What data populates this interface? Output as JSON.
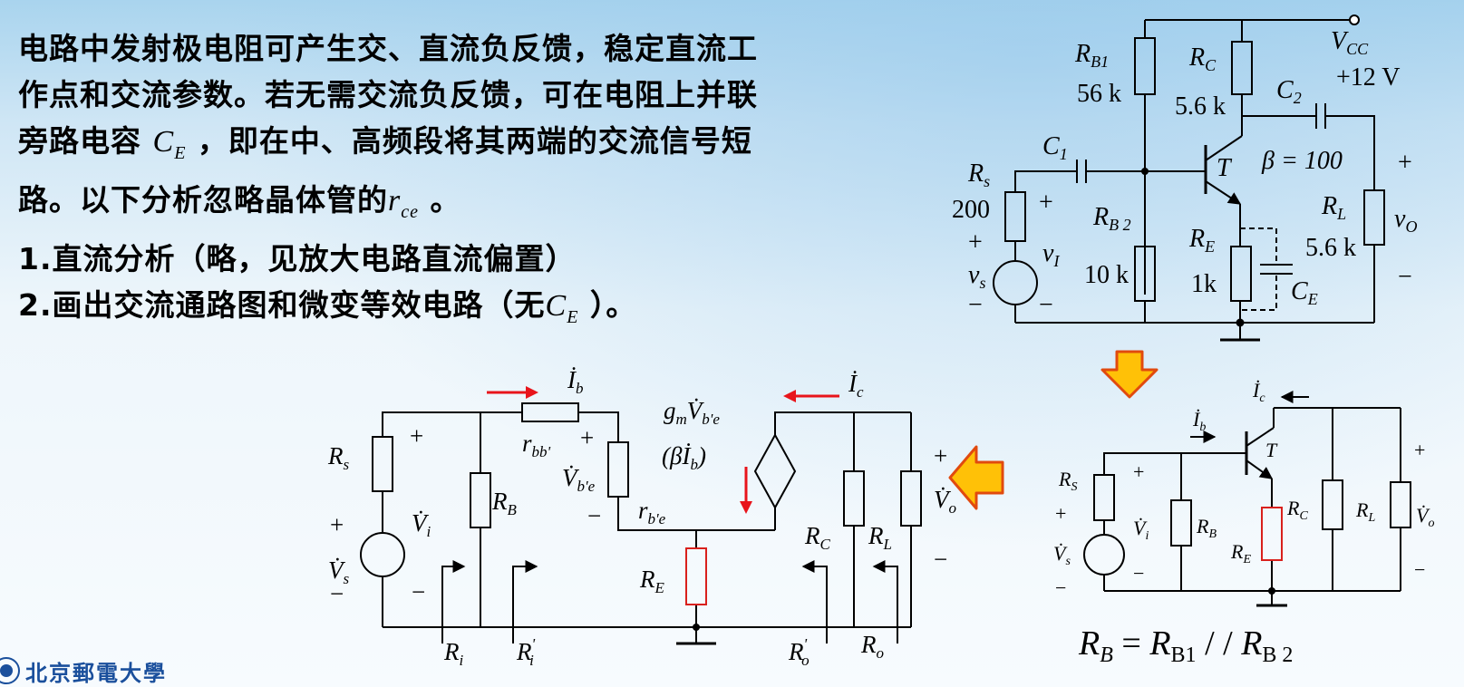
{
  "text": {
    "line1": "电路中发射极电阻可产生交、直流负反馈，稳定直流工",
    "line2": "作点和交流参数。若无需交流负反馈，可在电阻上并联",
    "line3a": "旁路电容",
    "line3b": "，即在中、高频段将其两端的交流信号短",
    "line4a": "路。以下分析忽略晶体管的",
    "line4b": "。",
    "line5": "1.直流分析（略，见放大电路直流偏置）",
    "line6a": "2.画出交流通路图和微变等效电路（无",
    "line6b": "）。",
    "sym_ce_main": "C",
    "sym_ce_sub": "E",
    "sym_rce_main": "r",
    "sym_rce_sub": "ce"
  },
  "circuit": {
    "rb1": "R",
    "rb1_sub": "B1",
    "rb1_val": "56 k",
    "rc": "R",
    "rc_sub": "C",
    "rc_val": "5.6 k",
    "vcc": "V",
    "vcc_sub": "CC",
    "vcc_val": "+12 V",
    "c1": "C",
    "c1_sub": "1",
    "c2": "C",
    "c2_sub": "2",
    "t": "T",
    "beta": "β = 100",
    "rs": "R",
    "rs_sub": "s",
    "rs_val": "200",
    "rb2": "R",
    "rb2_sub": "B 2",
    "rb2_val": "10 k",
    "re": "R",
    "re_sub": "E",
    "re_val": "1k",
    "ce": "C",
    "ce_sub": "E",
    "rl": "R",
    "rl_sub": "L",
    "rl_val": "5.6 k",
    "vi": "v",
    "vi_sub": "I",
    "vs": "v",
    "vs_sub": "s",
    "vo": "v",
    "vo_sub": "O",
    "plus": "+",
    "minus": "−"
  },
  "ac_path": {
    "ib": "İ",
    "ib_sub": "b",
    "ic": "İ",
    "ic_sub": "c",
    "t": "T",
    "rs": "R",
    "rs_sub": "S",
    "vi": "V̇",
    "vi_sub": "i",
    "vs": "V̇",
    "vs_sub": "s",
    "rb": "R",
    "rb_sub": "B",
    "re": "R",
    "re_sub": "E",
    "rc": "R",
    "rc_sub": "C",
    "rl": "R",
    "rl_sub": "L",
    "vo": "V̇",
    "vo_sub": "o",
    "formula_a": "R",
    "formula_a_sub": "B",
    "formula_eq": " = ",
    "formula_b": "R",
    "formula_b_sub": "B1",
    "formula_par": " / / ",
    "formula_c": "R",
    "formula_c_sub": "B 2"
  },
  "small_signal": {
    "ib": "İ",
    "ib_sub": "b",
    "ic": "İ",
    "ic_sub": "c",
    "rbb": "r",
    "rbb_sub": "bb'",
    "gm": "g",
    "gm_sub": "m",
    "gm_v": "V̇",
    "gm_v_sub": "b'e",
    "beta_ib": "(βİ",
    "beta_ib_sub": "b",
    "beta_ib_end": ")",
    "vbe": "V̇",
    "vbe_sub": "b'e",
    "rbe": "r",
    "rbe_sub": "b'e",
    "rs": "R",
    "rs_sub": "s",
    "vi": "V̇",
    "vi_sub": "i",
    "vs": "V̇",
    "vs_sub": "s",
    "rb": "R",
    "rb_sub": "B",
    "re": "R",
    "re_sub": "E",
    "rc": "R",
    "rc_sub": "C",
    "rl": "R",
    "rl_sub": "L",
    "vo": "V̇",
    "vo_sub": "o",
    "ri": "R",
    "ri_sub": "i",
    "ri2": "R",
    "ri2_sub": "i",
    "ri2_sup": "'",
    "ro": "R",
    "ro_sub": "o",
    "ro2": "R",
    "ro2_sub": "o",
    "ro2_sup": "'"
  },
  "colors": {
    "arrow_red": "#e8141b",
    "arrow_fill": "#ffc107",
    "arrow_stroke": "#e14a0e",
    "re_highlight": "#d9201c",
    "logo_blue": "#1a4f9c"
  },
  "logo": {
    "text": "北京郵電大學"
  }
}
